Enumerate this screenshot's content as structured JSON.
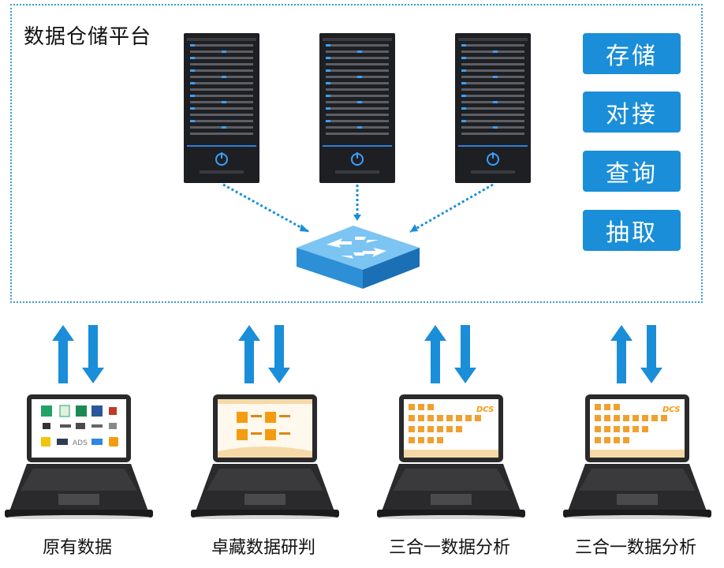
{
  "platform": {
    "title": "数据仓储平台"
  },
  "actions": [
    "存储",
    "对接",
    "查询",
    "抽取"
  ],
  "clients": [
    {
      "label": "原有数据",
      "screen_text": "ADS"
    },
    {
      "label": "卓藏数据研判"
    },
    {
      "label": "三合一数据分析",
      "screen_text": "DCS"
    },
    {
      "label": "三合一数据分析",
      "screen_text": "DCS"
    }
  ],
  "colors": {
    "accent": "#1a8ed8",
    "border": "#3a9bd5",
    "server": "#1e1f23"
  }
}
